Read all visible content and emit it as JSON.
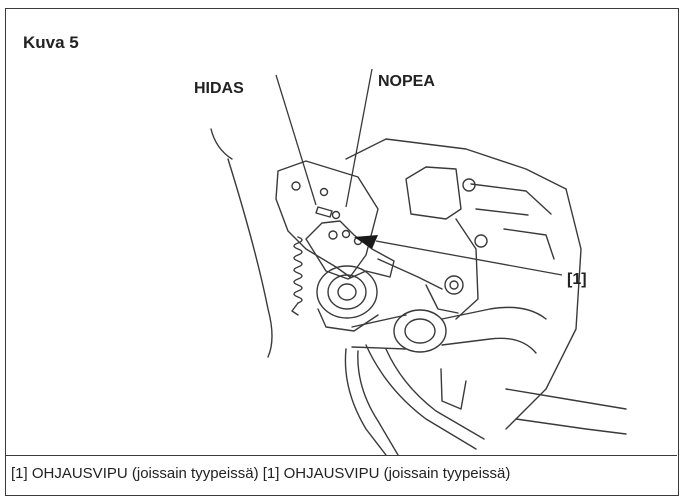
{
  "figure": {
    "title": "Kuva 5",
    "labels": {
      "slow": "HIDAS",
      "fast": "NOPEA",
      "callout": "[1]"
    }
  },
  "caption": {
    "text": "[1] OHJAUSVIPU (joissain tyypeissä) [1] OHJAUSVIPU (joissain tyypeissä)"
  },
  "colors": {
    "line": "#3a3a3a",
    "text": "#222222",
    "background": "#ffffff"
  }
}
